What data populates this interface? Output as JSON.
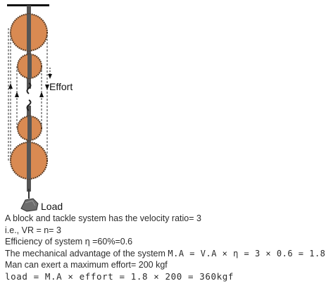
{
  "diagram": {
    "effort_label": "Effort",
    "load_label": "Load",
    "colors": {
      "pulley": "#d98a52",
      "pulley_rim": "#5a3a22",
      "rod": "#555555",
      "rope": "#333333"
    }
  },
  "text": {
    "line1": "A block and tackle system has the velocity ratio= 3",
    "line2": "i.e., VR = n= 3",
    "line3": "Efficiency of system η =60%=0.6",
    "line4_prefix": "The mechanical advantage of the system ",
    "line4_eq": "M.A = V.A × η = 3 × 0.6 = 1.8",
    "line5": "Man can exert a maximum effort= 200 kgf",
    "line6_eq": "load = M.A × effort = 1.8 × 200 = 360kgf"
  }
}
